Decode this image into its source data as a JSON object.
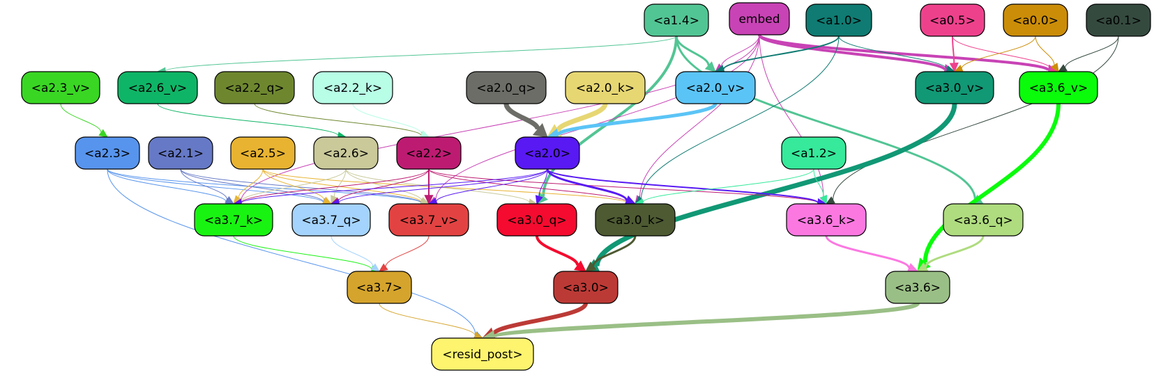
{
  "nodes": [
    {
      "id": "a1_4",
      "label": "<a1.4>",
      "fill": "#52c594",
      "text": "#000000"
    },
    {
      "id": "embed",
      "label": "embed",
      "fill": "#c843b5",
      "text": "#000000"
    },
    {
      "id": "a1_0",
      "label": "<a1.0>",
      "fill": "#0f7b72",
      "text": "#000000"
    },
    {
      "id": "a0_5",
      "label": "<a0.5>",
      "fill": "#ee418c",
      "text": "#000000"
    },
    {
      "id": "a0_0",
      "label": "<a0.0>",
      "fill": "#cb8d08",
      "text": "#000000"
    },
    {
      "id": "a0_1",
      "label": "<a0.1>",
      "fill": "#354a3f",
      "text": "#000000"
    },
    {
      "id": "a2_3_v",
      "label": "<a2.3_v>",
      "fill": "#3ad624",
      "text": "#000000"
    },
    {
      "id": "a2_6_v",
      "label": "<a2.6_v>",
      "fill": "#0fb566",
      "text": "#000000"
    },
    {
      "id": "a2_2_q",
      "label": "<a2.2_q>",
      "fill": "#6e872f",
      "text": "#000000"
    },
    {
      "id": "a2_2_k",
      "label": "<a2.2_k>",
      "fill": "#b8fde6",
      "text": "#000000"
    },
    {
      "id": "a2_0_q",
      "label": "<a2.0_q>",
      "fill": "#6d6d68",
      "text": "#000000"
    },
    {
      "id": "a2_0_k",
      "label": "<a2.0_k>",
      "fill": "#e7d773",
      "text": "#000000"
    },
    {
      "id": "a2_0_v",
      "label": "<a2.0_v>",
      "fill": "#5bc4f6",
      "text": "#000000"
    },
    {
      "id": "a3_0_v",
      "label": "<a3.0_v>",
      "fill": "#119875",
      "text": "#000000"
    },
    {
      "id": "a3_6_v",
      "label": "<a3.6_v>",
      "fill": "#0afc0b",
      "text": "#000000"
    },
    {
      "id": "a2_3",
      "label": "<a2.3>",
      "fill": "#5794ed",
      "text": "#000000"
    },
    {
      "id": "a2_1",
      "label": "<a2.1>",
      "fill": "#6679c6",
      "text": "#000000"
    },
    {
      "id": "a2_5",
      "label": "<a2.5>",
      "fill": "#e8b331",
      "text": "#000000"
    },
    {
      "id": "a2_6",
      "label": "<a2.6>",
      "fill": "#c9c99a",
      "text": "#000000"
    },
    {
      "id": "a2_2",
      "label": "<a2.2>",
      "fill": "#bd1b71",
      "text": "#000000"
    },
    {
      "id": "a2_0",
      "label": "<a2.0>",
      "fill": "#5819f3",
      "text": "#000000"
    },
    {
      "id": "a1_2",
      "label": "<a1.2>",
      "fill": "#36e99b",
      "text": "#000000"
    },
    {
      "id": "a3_7_k",
      "label": "<a3.7_k>",
      "fill": "#19f312",
      "text": "#000000"
    },
    {
      "id": "a3_7_q",
      "label": "<a3.7_q>",
      "fill": "#a4d3fd",
      "text": "#000000"
    },
    {
      "id": "a3_7_v",
      "label": "<a3.7_v>",
      "fill": "#e24342",
      "text": "#000000"
    },
    {
      "id": "a3_0_q",
      "label": "<a3.0_q>",
      "fill": "#f40b2f",
      "text": "#000000"
    },
    {
      "id": "a3_0_k",
      "label": "<a3.0_k>",
      "fill": "#4d5a32",
      "text": "#000000"
    },
    {
      "id": "a3_6_k",
      "label": "<a3.6_k>",
      "fill": "#fc78e1",
      "text": "#000000"
    },
    {
      "id": "a3_6_q",
      "label": "<a3.6_q>",
      "fill": "#afdc7f",
      "text": "#000000"
    },
    {
      "id": "a3_7",
      "label": "<a3.7>",
      "fill": "#d5a42c",
      "text": "#000000"
    },
    {
      "id": "a3_0",
      "label": "<a3.0>",
      "fill": "#bc3a36",
      "text": "#000000"
    },
    {
      "id": "a3_6",
      "label": "<a3.6>",
      "fill": "#9abf86",
      "text": "#000000"
    },
    {
      "id": "resid_post",
      "label": "<resid_post>",
      "fill": "#fef46e",
      "text": "#000000"
    }
  ],
  "edges": [
    {
      "from": "a1_4",
      "to": "a2_6_v",
      "color": "#52c594",
      "weight": 1
    },
    {
      "from": "a1_4",
      "to": "a2_0_v",
      "color": "#52c594",
      "weight": 3
    },
    {
      "from": "a1_4",
      "to": "a3_6_q",
      "color": "#52c594",
      "weight": 3
    },
    {
      "from": "a1_4",
      "to": "a3_0_q",
      "color": "#52c594",
      "weight": 4
    },
    {
      "from": "embed",
      "to": "a2_0_v",
      "color": "#c843b5",
      "weight": 1
    },
    {
      "from": "embed",
      "to": "a3_0_v",
      "color": "#c843b5",
      "weight": 4
    },
    {
      "from": "embed",
      "to": "a3_6_v",
      "color": "#c843b5",
      "weight": 4
    },
    {
      "from": "embed",
      "to": "a3_7_k",
      "color": "#c843b5",
      "weight": 1
    },
    {
      "from": "embed",
      "to": "a3_7_v",
      "color": "#c843b5",
      "weight": 1
    },
    {
      "from": "embed",
      "to": "a3_0_k",
      "color": "#c843b5",
      "weight": 1
    },
    {
      "from": "embed",
      "to": "a3_6_k",
      "color": "#c843b5",
      "weight": 1
    },
    {
      "from": "a1_0",
      "to": "a2_0_v",
      "color": "#0f7b72",
      "weight": 2
    },
    {
      "from": "a1_0",
      "to": "a3_0_v",
      "color": "#0f7b72",
      "weight": 1
    },
    {
      "from": "a1_0",
      "to": "a3_0_k",
      "color": "#0f7b72",
      "weight": 1
    },
    {
      "from": "a0_5",
      "to": "a3_0_v",
      "color": "#ee418c",
      "weight": 2
    },
    {
      "from": "a0_5",
      "to": "a3_6_v",
      "color": "#ee418c",
      "weight": 1
    },
    {
      "from": "a0_0",
      "to": "a3_0_v",
      "color": "#cb8d08",
      "weight": 1
    },
    {
      "from": "a0_0",
      "to": "a3_6_v",
      "color": "#cb8d08",
      "weight": 1
    },
    {
      "from": "a0_1",
      "to": "a3_6_v",
      "color": "#354a3f",
      "weight": 1
    },
    {
      "from": "a0_1",
      "to": "a3_6_k",
      "color": "#354a3f",
      "weight": 1
    },
    {
      "from": "a2_3_v",
      "to": "a2_3",
      "color": "#3ad624",
      "weight": 1
    },
    {
      "from": "a2_6_v",
      "to": "a2_6",
      "color": "#0fb566",
      "weight": 1
    },
    {
      "from": "a2_2_q",
      "to": "a2_2",
      "color": "#6e872f",
      "weight": 1
    },
    {
      "from": "a2_2_k",
      "to": "a2_2",
      "color": "#b8fde6",
      "weight": 1
    },
    {
      "from": "a2_0_q",
      "to": "a2_0",
      "color": "#6d6d68",
      "weight": 7
    },
    {
      "from": "a2_0_k",
      "to": "a2_0",
      "color": "#e7d773",
      "weight": 7
    },
    {
      "from": "a2_0_v",
      "to": "a2_0",
      "color": "#5bc4f6",
      "weight": 5
    },
    {
      "from": "a3_0_v",
      "to": "a3_0",
      "color": "#119875",
      "weight": 7
    },
    {
      "from": "a3_6_v",
      "to": "a3_6",
      "color": "#0afc0b",
      "weight": 6
    },
    {
      "from": "a2_3",
      "to": "a3_7_k",
      "color": "#5794ed",
      "weight": 1
    },
    {
      "from": "a2_3",
      "to": "a3_7_q",
      "color": "#5794ed",
      "weight": 1
    },
    {
      "from": "a2_3",
      "to": "a3_7_v",
      "color": "#5794ed",
      "weight": 1
    },
    {
      "from": "a2_3",
      "to": "resid_post",
      "color": "#5794ed",
      "weight": 1
    },
    {
      "from": "a2_1",
      "to": "a3_7_k",
      "color": "#6679c6",
      "weight": 1
    },
    {
      "from": "a2_1",
      "to": "a3_7_q",
      "color": "#6679c6",
      "weight": 1
    },
    {
      "from": "a2_1",
      "to": "a3_7_v",
      "color": "#6679c6",
      "weight": 1
    },
    {
      "from": "a2_5",
      "to": "a3_7_k",
      "color": "#e8b331",
      "weight": 1
    },
    {
      "from": "a2_5",
      "to": "a3_7_q",
      "color": "#e8b331",
      "weight": 1
    },
    {
      "from": "a2_5",
      "to": "a3_7_v",
      "color": "#e8b331",
      "weight": 1
    },
    {
      "from": "a2_5",
      "to": "a3_0_k",
      "color": "#e8b331",
      "weight": 1
    },
    {
      "from": "a2_6",
      "to": "a3_7_k",
      "color": "#c9c99a",
      "weight": 1
    },
    {
      "from": "a2_6",
      "to": "a3_7_q",
      "color": "#c9c99a",
      "weight": 1
    },
    {
      "from": "a2_6",
      "to": "a3_7_v",
      "color": "#c9c99a",
      "weight": 1
    },
    {
      "from": "a2_6",
      "to": "a3_0_q",
      "color": "#c9c99a",
      "weight": 1
    },
    {
      "from": "a2_2",
      "to": "a3_7_k",
      "color": "#bd1b71",
      "weight": 1
    },
    {
      "from": "a2_2",
      "to": "a3_7_q",
      "color": "#bd1b71",
      "weight": 1
    },
    {
      "from": "a2_2",
      "to": "a3_7_v",
      "color": "#bd1b71",
      "weight": 2
    },
    {
      "from": "a2_2",
      "to": "a3_0_k",
      "color": "#bd1b71",
      "weight": 1
    },
    {
      "from": "a2_2",
      "to": "a3_6_k",
      "color": "#bd1b71",
      "weight": 1
    },
    {
      "from": "a2_0",
      "to": "a3_7_k",
      "color": "#5819f3",
      "weight": 1
    },
    {
      "from": "a2_0",
      "to": "a3_7_q",
      "color": "#5819f3",
      "weight": 1
    },
    {
      "from": "a2_0",
      "to": "a3_7_v",
      "color": "#5819f3",
      "weight": 1
    },
    {
      "from": "a2_0",
      "to": "a3_0_q",
      "color": "#5819f3",
      "weight": 1
    },
    {
      "from": "a2_0",
      "to": "a3_0_k",
      "color": "#5819f3",
      "weight": 3
    },
    {
      "from": "a2_0",
      "to": "a3_6_k",
      "color": "#5819f3",
      "weight": 2
    },
    {
      "from": "a1_2",
      "to": "a3_0_k",
      "color": "#36e99b",
      "weight": 1
    },
    {
      "from": "a1_2",
      "to": "a3_6_k",
      "color": "#36e99b",
      "weight": 1
    },
    {
      "from": "a3_7_k",
      "to": "a3_7",
      "color": "#19f312",
      "weight": 1
    },
    {
      "from": "a3_7_q",
      "to": "a3_7",
      "color": "#a4d3fd",
      "weight": 1
    },
    {
      "from": "a3_7_v",
      "to": "a3_7",
      "color": "#e24342",
      "weight": 1
    },
    {
      "from": "a3_0_q",
      "to": "a3_0",
      "color": "#f40b2f",
      "weight": 4
    },
    {
      "from": "a3_0_k",
      "to": "a3_0",
      "color": "#4d5a32",
      "weight": 3
    },
    {
      "from": "a3_6_k",
      "to": "a3_6",
      "color": "#fc78e1",
      "weight": 3
    },
    {
      "from": "a3_6_q",
      "to": "a3_6",
      "color": "#afdc7f",
      "weight": 3
    },
    {
      "from": "a3_7",
      "to": "resid_post",
      "color": "#d5a42c",
      "weight": 1
    },
    {
      "from": "a3_0",
      "to": "resid_post",
      "color": "#bc3a36",
      "weight": 6
    },
    {
      "from": "a3_6",
      "to": "resid_post",
      "color": "#9abf86",
      "weight": 6
    }
  ]
}
